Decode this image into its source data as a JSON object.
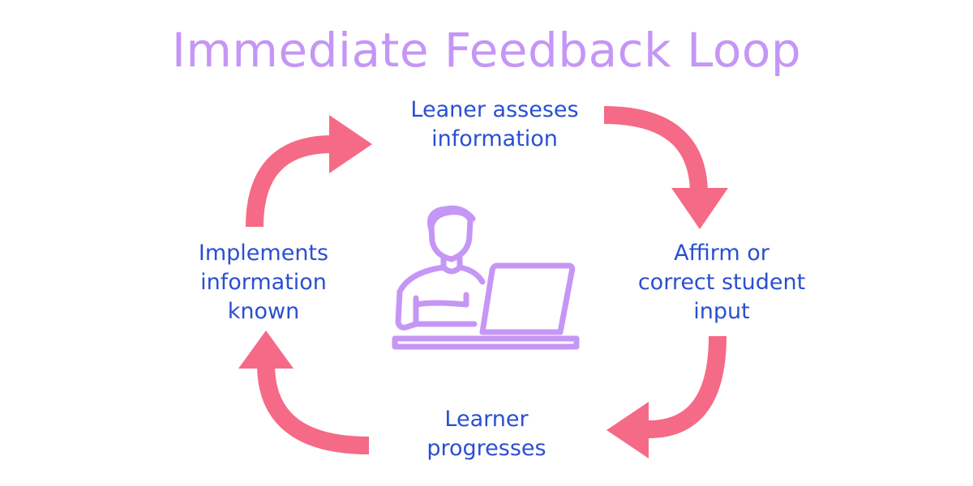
{
  "title": "Immediate Feedback Loop",
  "nodes": {
    "top": {
      "lines": [
        "Leaner asseses",
        "information"
      ]
    },
    "right": {
      "lines": [
        "Affirm or",
        "correct student",
        "input"
      ]
    },
    "bottom": {
      "lines": [
        "Learner",
        "progresses"
      ]
    },
    "left": {
      "lines": [
        "Implements",
        "information",
        "known"
      ]
    }
  },
  "colors": {
    "title": "#c596f5",
    "labels": "#2a4fd1",
    "arrows": "#f56a86",
    "icon": "#c596f5"
  },
  "icon": "person-at-laptop-icon"
}
